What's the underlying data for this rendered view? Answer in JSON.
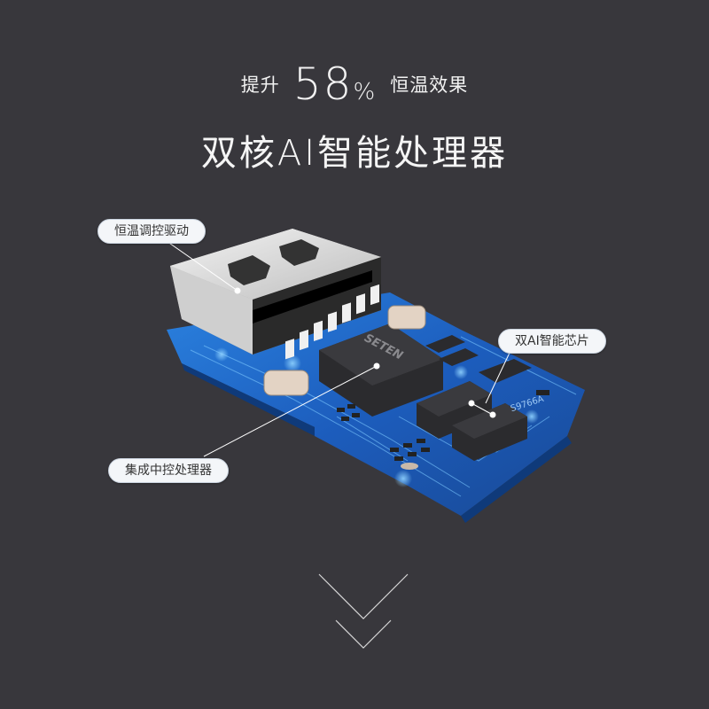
{
  "headline": {
    "prefix": "提升",
    "number": "58",
    "percent": "%",
    "suffix": "恒温效果"
  },
  "title": "双核AI智能处理器",
  "callouts": [
    {
      "label": "恒温调控驱动"
    },
    {
      "label": "双AI智能芯片"
    },
    {
      "label": "集成中控处理器"
    }
  ],
  "chip": {
    "brand": "SETEN",
    "part_number": "S9766A"
  },
  "colors": {
    "background": "#38373c",
    "pcb_blue": "#1f6fd6",
    "pcb_glow": "#4fb3ff",
    "metal": "#d8d8d8",
    "callout_bg": "#f4f6f9"
  },
  "scroll_hint": {
    "icon": "double-chevron-down-icon"
  }
}
